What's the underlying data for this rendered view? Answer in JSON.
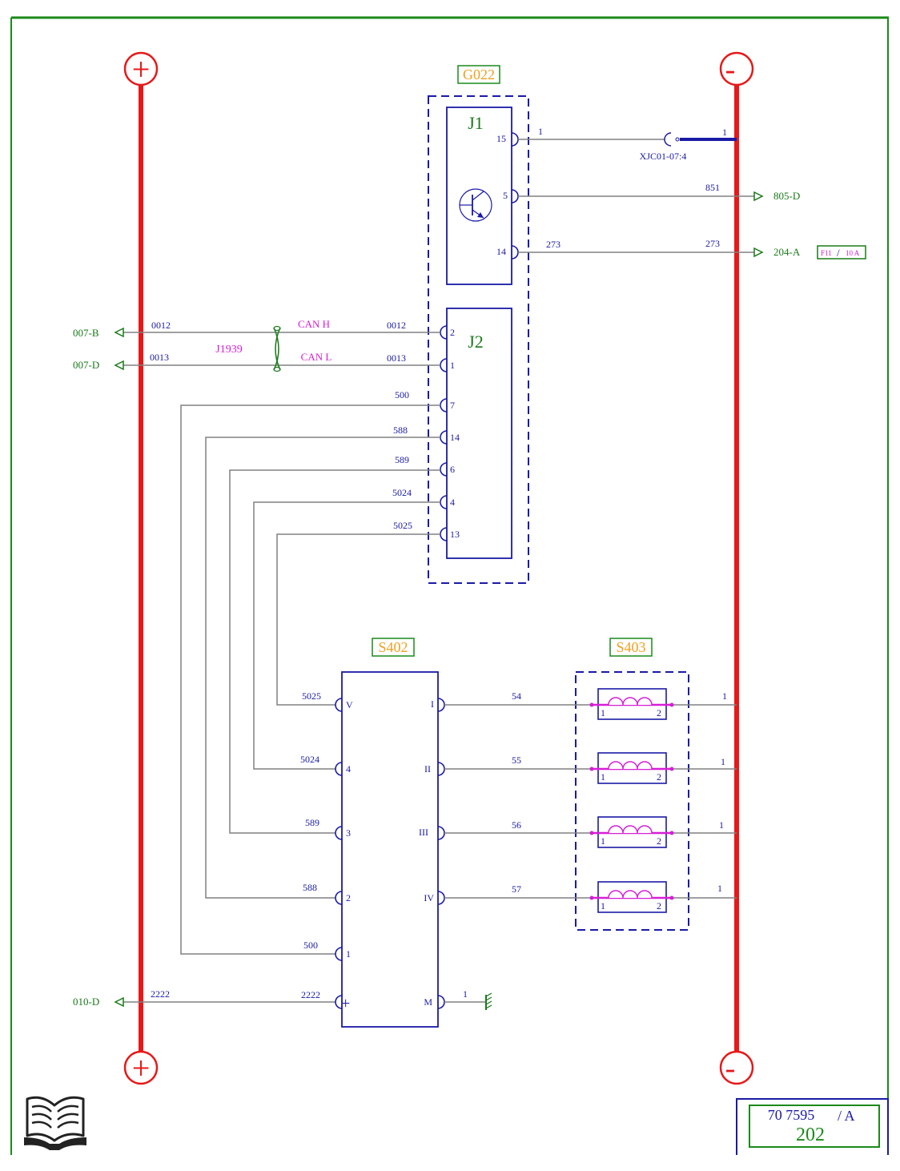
{
  "page": {
    "doc_number": "70 7595",
    "revision": "/ A",
    "page_number": "202"
  },
  "rails": {
    "plus_symbol": "+",
    "minus_symbol": "-"
  },
  "components": {
    "g022": {
      "label": "G022"
    },
    "j1": {
      "label": "J1",
      "pins": [
        "15",
        "5",
        "14"
      ]
    },
    "j2": {
      "label": "J2",
      "pins": [
        "2",
        "1",
        "7",
        "14",
        "6",
        "4",
        "13"
      ]
    },
    "s402": {
      "label": "S402",
      "left_pins": [
        "V",
        "4",
        "3",
        "2",
        "1",
        "+"
      ],
      "right_pins": [
        "I",
        "II",
        "III",
        "IV",
        "M"
      ]
    },
    "s403": {
      "label": "S403",
      "coil_pin_a": "1",
      "coil_pin_b": "2"
    }
  },
  "connector": {
    "name": "XJC01-07:4",
    "left_pin": "1",
    "right_pin": "1"
  },
  "bus": {
    "name": "J1939",
    "can_h": "CAN H",
    "can_l": "CAN L"
  },
  "fuse": {
    "fuse": "F11",
    "sep": "/",
    "rating": "10 A"
  },
  "refs": {
    "r805d": "805-D",
    "r204a": "204-A",
    "r007b": "007-B",
    "r007d": "007-D",
    "r010d": "010-D"
  },
  "wires": {
    "w851": "851",
    "w273a": "273",
    "w273b": "273",
    "w0012a": "0012",
    "w0012b": "0012",
    "w0013a": "0013",
    "w0013b": "0013",
    "w500a": "500",
    "w588a": "588",
    "w589a": "589",
    "w5024a": "5024",
    "w5025a": "5025",
    "w5025b": "5025",
    "w5024b": "5024",
    "w589b": "589",
    "w588b": "588",
    "w500b": "500",
    "w2222a": "2222",
    "w2222b": "2222",
    "w54": "54",
    "w55": "55",
    "w56": "56",
    "w57": "57",
    "gnd1": "1",
    "c1": "1",
    "c2": "1",
    "c3": "1",
    "c4": "1"
  },
  "colors": {
    "frame": "#1a8a1a",
    "rail": "#e81818",
    "component": "#1a1aa6",
    "wire": "#808080",
    "reference": "#1a7a1a",
    "bus": "#d61ed6",
    "label_text": "#f0a020"
  }
}
